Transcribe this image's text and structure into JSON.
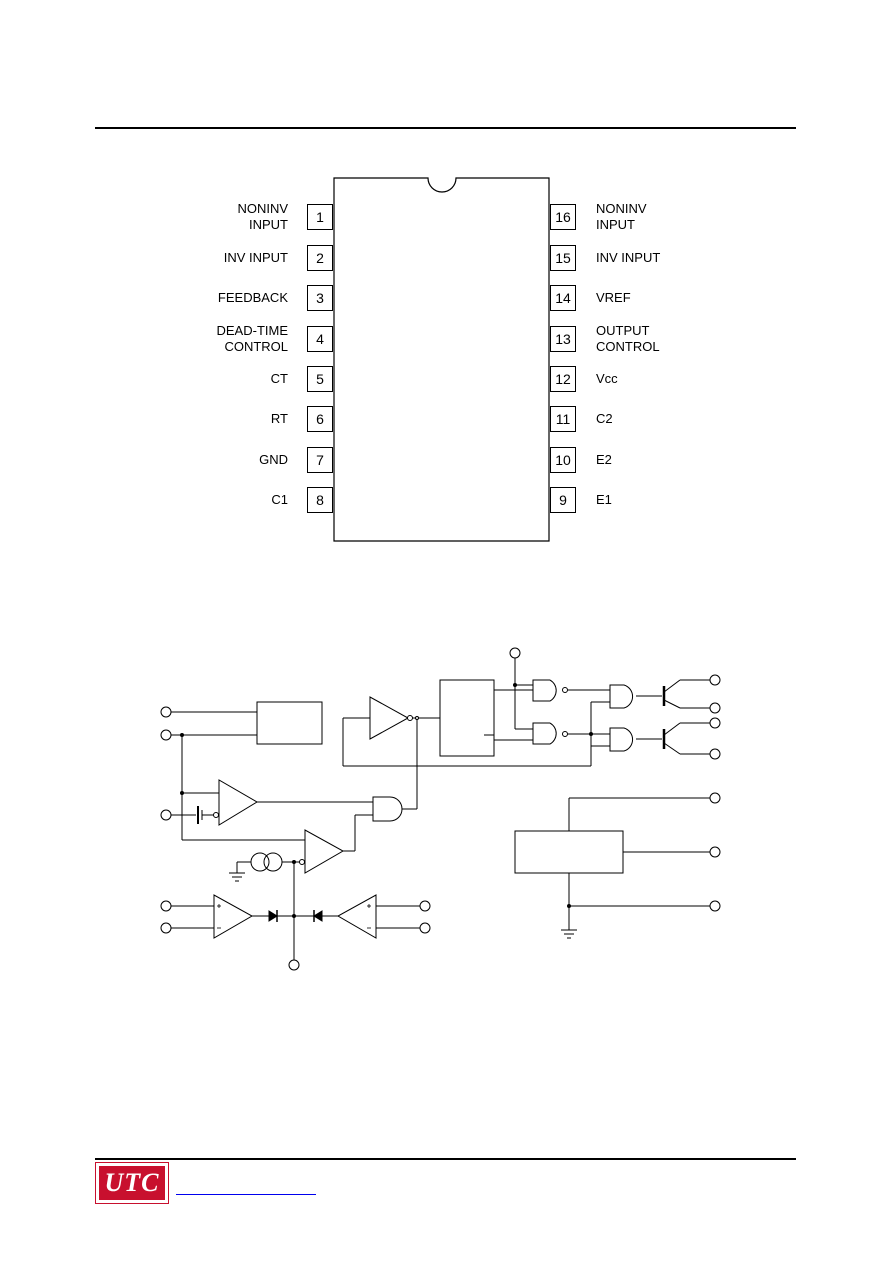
{
  "pinout": {
    "left_pins": [
      {
        "number": "1",
        "label_lines": [
          "NONINV",
          "INPUT"
        ]
      },
      {
        "number": "2",
        "label_lines": [
          "INV INPUT"
        ]
      },
      {
        "number": "3",
        "label_lines": [
          "FEEDBACK"
        ]
      },
      {
        "number": "4",
        "label_lines": [
          "DEAD-TIME",
          "CONTROL"
        ]
      },
      {
        "number": "5",
        "label_lines": [
          "CT"
        ]
      },
      {
        "number": "6",
        "label_lines": [
          "RT"
        ]
      },
      {
        "number": "7",
        "label_lines": [
          "GND"
        ]
      },
      {
        "number": "8",
        "label_lines": [
          "C1"
        ]
      }
    ],
    "right_pins": [
      {
        "number": "16",
        "label_lines": [
          "NONINV",
          "INPUT"
        ]
      },
      {
        "number": "15",
        "label_lines": [
          "INV INPUT"
        ]
      },
      {
        "number": "14",
        "label_lines": [
          "VREF"
        ]
      },
      {
        "number": "13",
        "label_lines": [
          "OUTPUT",
          "CONTROL"
        ]
      },
      {
        "number": "12",
        "label_lines": [
          "Vcc"
        ]
      },
      {
        "number": "11",
        "label_lines": [
          "C2"
        ]
      },
      {
        "number": "10",
        "label_lines": [
          "E2"
        ]
      },
      {
        "number": "9",
        "label_lines": [
          "E1"
        ]
      }
    ]
  },
  "footer": {
    "logo_text": "UTC"
  }
}
